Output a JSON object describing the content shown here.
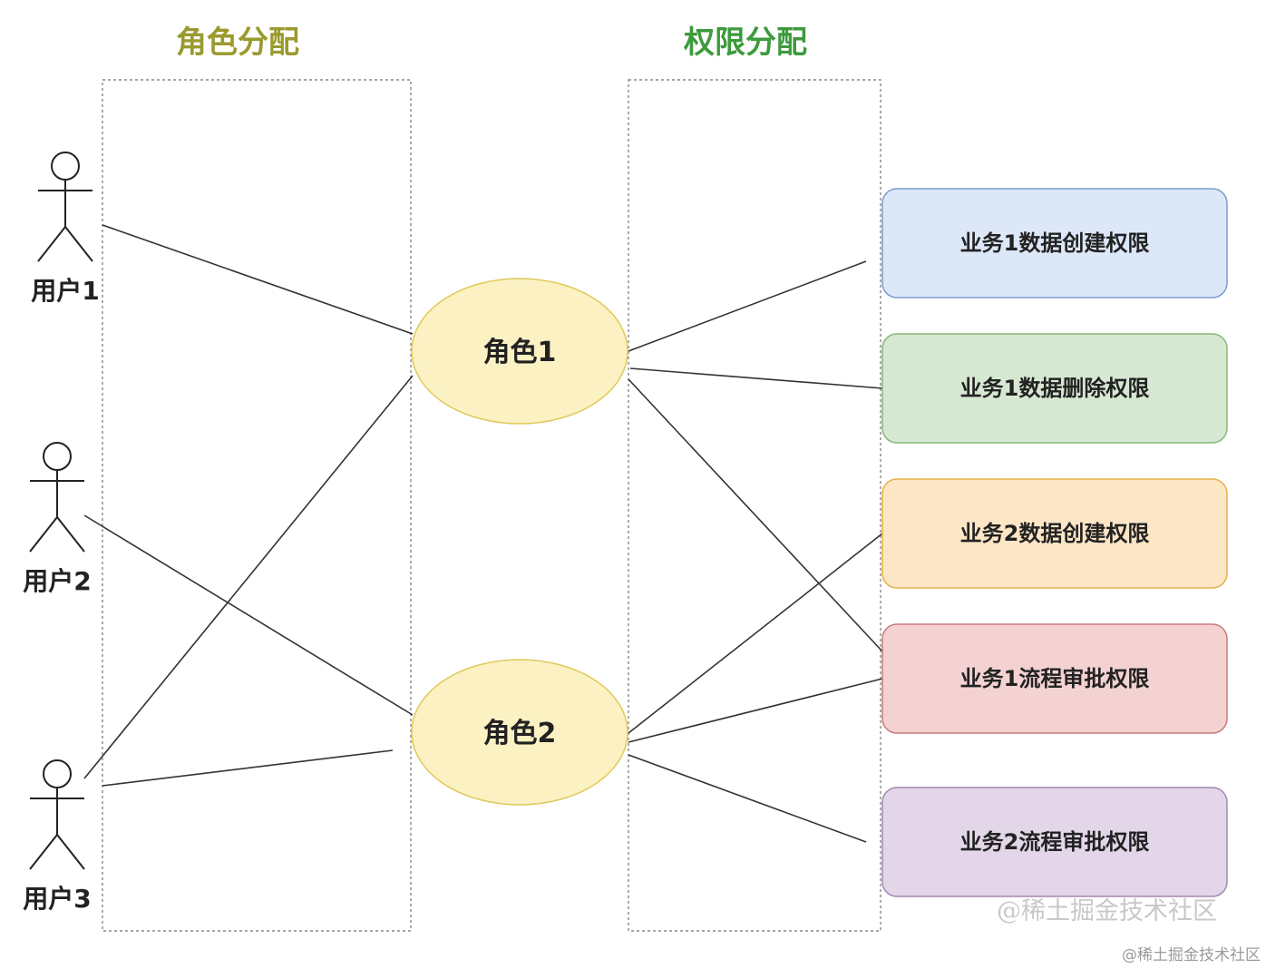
{
  "titles": {
    "roles": "角色分配",
    "permissions": "权限分配"
  },
  "title_colors": {
    "roles": "#9a9a2e",
    "permissions": "#3d9a3d"
  },
  "users": [
    {
      "label": "用户1"
    },
    {
      "label": "用户2"
    },
    {
      "label": "用户3"
    }
  ],
  "roles": [
    {
      "label": "角色1"
    },
    {
      "label": "角色2"
    }
  ],
  "role_style": {
    "fill": "#fbf1c3",
    "stroke": "#e0c95a"
  },
  "permissions": [
    {
      "label": "业务1数据创建权限",
      "fill": "#dce7f8",
      "stroke": "#7e9bd0"
    },
    {
      "label": "业务1数据删除权限",
      "fill": "#d7e8d2",
      "stroke": "#86b878"
    },
    {
      "label": "业务2数据创建权限",
      "fill": "#fce6c6",
      "stroke": "#e3b24a"
    },
    {
      "label": "业务1流程审批权限",
      "fill": "#f4d2d2",
      "stroke": "#c97a7a"
    },
    {
      "label": "业务2流程审批权限",
      "fill": "#e2d6e8",
      "stroke": "#a28ab4"
    }
  ],
  "watermark": "@稀土掘金技术社区",
  "watermark_small": "@稀土掘金技术社区"
}
